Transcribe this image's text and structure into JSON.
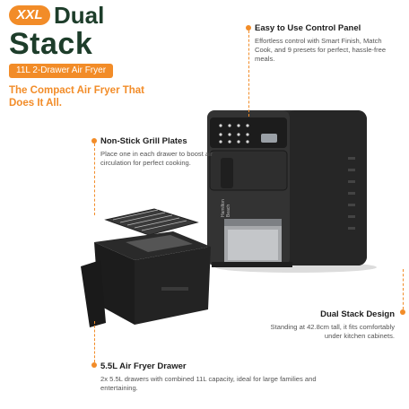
{
  "header": {
    "badge": "XXL",
    "title_line1": "Dual",
    "title_line2": "Stack",
    "subtitle": "11L 2-Drawer Air Fryer",
    "tagline": "The Compact Air Fryer That Does It All."
  },
  "features": {
    "control_panel": {
      "title": "Easy to Use Control Panel",
      "description": "Effortless control with Smart Finish, Match Cook, and 9 presets for perfect, hassle-free meals."
    },
    "grill_plates": {
      "title": "Non-Stick Grill Plates",
      "description": "Place one in each drawer to boost air circulation for perfect cooking."
    },
    "dual_stack": {
      "title": "Dual Stack Design",
      "description": "Standing at 42.8cm tall, it fits comfortably under kitchen cabinets."
    },
    "drawer": {
      "title": "5.5L Air Fryer Drawer",
      "description": "2x 5.5L drawers with combined 11L capacity, ideal for large families and entertaining."
    }
  },
  "product": {
    "brand_mark": "Hamilton Beach"
  },
  "colors": {
    "accent": "#f28c28",
    "heading": "#1d3d2a",
    "appliance": "#2a2a2a"
  }
}
